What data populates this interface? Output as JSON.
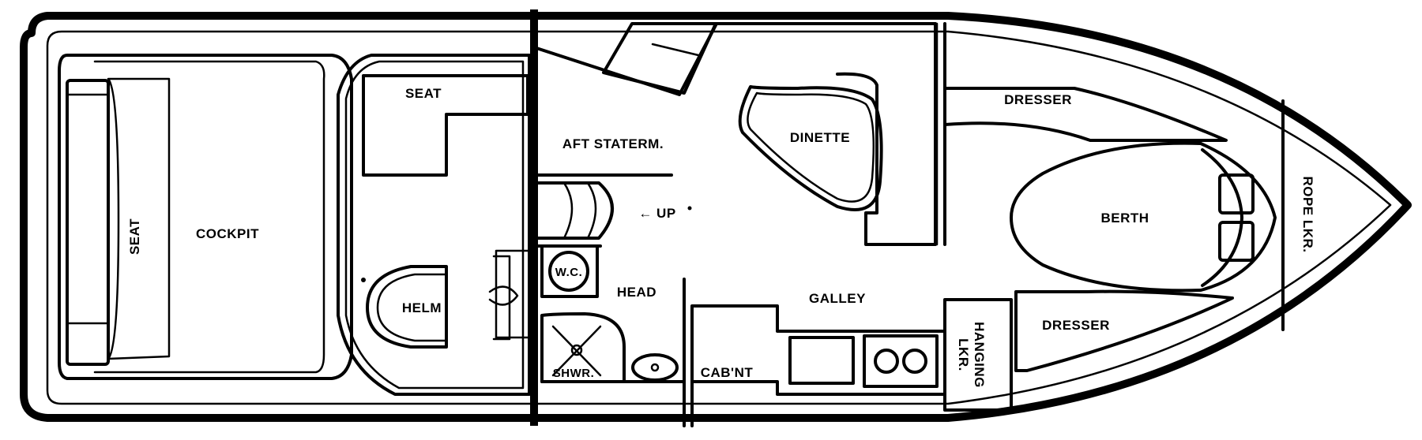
{
  "labels": {
    "seat_cockpit": "SEAT",
    "cockpit": "COCKPIT",
    "seat_forward": "SEAT",
    "helm": "HELM",
    "aft_stateroom": "AFT STATERM.",
    "up": "← UP",
    "wc": "W.C.",
    "head": "HEAD",
    "shower": "SHWR.",
    "cabinet": "CAB'NT",
    "dinette": "DINETTE",
    "galley": "GALLEY",
    "hanging_locker_line1": "HANGING",
    "hanging_locker_line2": "LKR.",
    "dresser_upper": "DRESSER",
    "dresser_lower": "DRESSER",
    "berth": "BERTH",
    "rope_locker": "ROPE LKR."
  },
  "colors": {
    "ink": "#000000",
    "paper": "#ffffff"
  }
}
